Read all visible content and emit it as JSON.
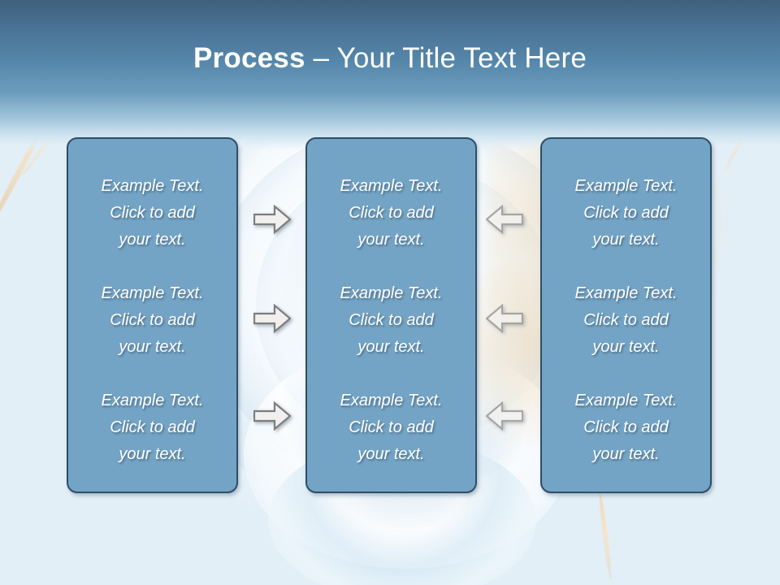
{
  "slide": {
    "title_strong": "Process",
    "title_rest": " – Your Title Text Here",
    "background_color": "#e3eff7",
    "header_color_top": "#3e617c",
    "header_color_bottom": "#d3e6f1",
    "box_fill_color": "#74a4c5",
    "box_border_color": "#2d4d68",
    "text_color": "#ffffff"
  },
  "columns": [
    {
      "name": "column-1",
      "items": [
        {
          "text": "Example Text.\nClick  to add\nyour text."
        },
        {
          "text": "Example Text.\nClick  to add\nyour text."
        },
        {
          "text": "Example Text.\nClick  to add\nyour text."
        }
      ]
    },
    {
      "name": "column-2",
      "items": [
        {
          "text": "Example Text.\nClick  to add\nyour text."
        },
        {
          "text": "Example Text.\nClick  to add\nyour text."
        },
        {
          "text": "Example Text.\nClick  to add\nyour text."
        }
      ]
    },
    {
      "name": "column-3",
      "items": [
        {
          "text": "Example Text.\nClick  to add\nyour text."
        },
        {
          "text": "Example Text.\nClick  to add\nyour text."
        },
        {
          "text": "Example Text.\nClick  to add\nyour text."
        }
      ]
    }
  ],
  "connectors": {
    "left_group_icon": "arrow-right-icon",
    "right_group_icon": "arrow-left-icon",
    "fill": "#f0efed",
    "stroke": "#7b7b7b",
    "rows": 3
  }
}
